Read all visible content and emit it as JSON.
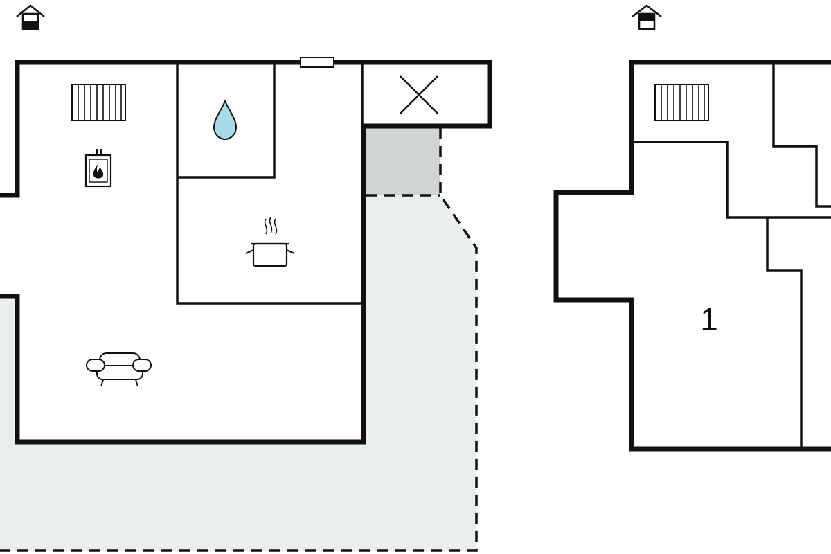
{
  "floors": [
    {
      "id": "ground-floor"
    },
    {
      "id": "upper-floor",
      "rooms": [
        {
          "label": "1"
        }
      ]
    }
  ],
  "colors": {
    "wall": "#111111",
    "terrace": "#e9eeee",
    "terrace_covered": "#cfd4d4",
    "water_drop": "#a8dbe8",
    "background": "#ffffff"
  },
  "icons": [
    "house-icon",
    "radiator-icon",
    "fireplace-icon",
    "water-drop-icon",
    "cooking-pot-icon",
    "sofa-icon",
    "shed-cross-icon",
    "window-icon"
  ]
}
